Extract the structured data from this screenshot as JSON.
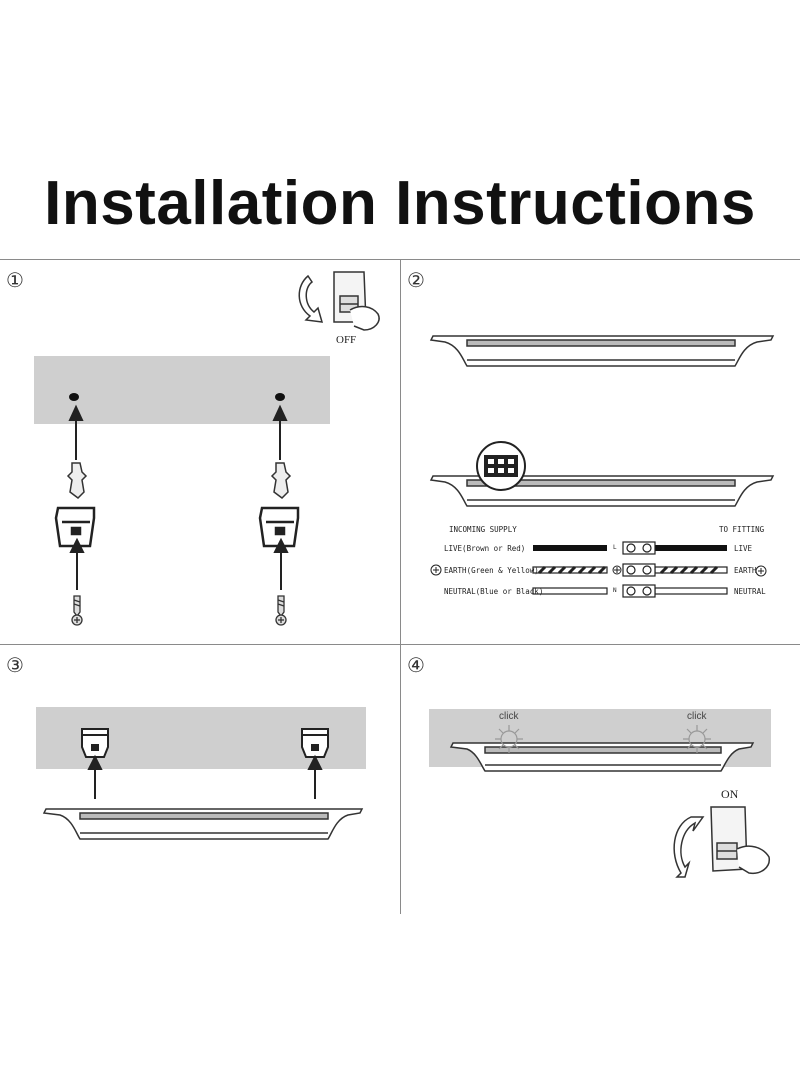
{
  "page": {
    "title": "Installation Instructions"
  },
  "steps": [
    {
      "number": "①",
      "switch_label": "OFF"
    },
    {
      "number": "②",
      "wiring": {
        "incoming": "INCOMING SUPPLY",
        "to_fitting": "TO FITTING",
        "live_left": "LIVE(Brown or Red)",
        "live_right": "LIVE",
        "earth_left": "EARTH(Green & Yellow)",
        "earth_right": "EARTH",
        "neutral_left": "NEUTRAL(Blue or Black)",
        "neutral_right": "NEUTRAL",
        "term_l": "L",
        "term_n": "N"
      }
    },
    {
      "number": "③"
    },
    {
      "number": "④",
      "click_label": "click",
      "switch_label": "ON"
    }
  ]
}
